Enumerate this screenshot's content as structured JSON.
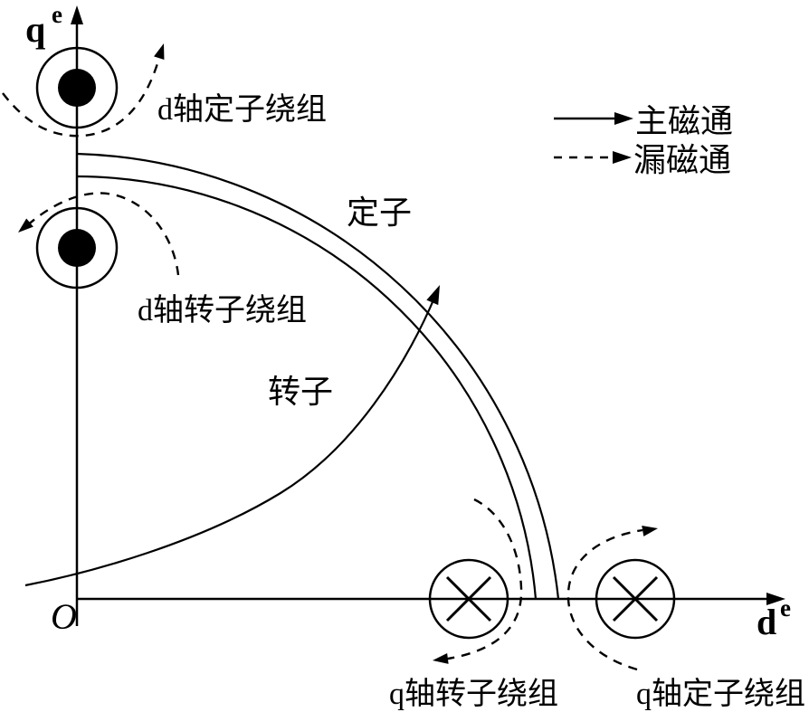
{
  "axes": {
    "q_base": "q",
    "q_sup": "e",
    "d_base": "d",
    "d_sup": "e",
    "origin": "O"
  },
  "parts": {
    "stator_label": "定子",
    "rotor_label": "转子"
  },
  "windings": {
    "d_stator": {
      "label": "d轴定子绕组",
      "symbol": "current-out-of-page"
    },
    "d_rotor": {
      "label": "d轴转子绕组",
      "symbol": "current-out-of-page"
    },
    "q_rotor": {
      "label": "q轴转子绕组",
      "symbol": "current-into-page"
    },
    "q_stator": {
      "label": "q轴定子绕组",
      "symbol": "current-into-page"
    }
  },
  "legend": {
    "main_flux_label": "主磁通",
    "leakage_flux_label": "漏磁通",
    "main_flux_style": "solid-arrow",
    "leakage_flux_style": "dashed-arrow"
  },
  "colors": {
    "ink": "#000000",
    "background": "#ffffff"
  }
}
